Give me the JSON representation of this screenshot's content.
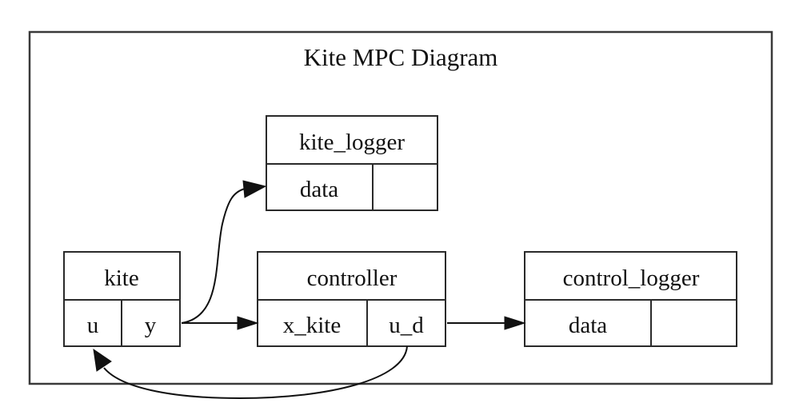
{
  "diagram": {
    "title": "Kite MPC Diagram",
    "nodes": {
      "kite": {
        "name": "kite",
        "ports": [
          "u",
          "y"
        ]
      },
      "kite_logger": {
        "name": "kite_logger",
        "ports": [
          "data",
          ""
        ]
      },
      "controller": {
        "name": "controller",
        "ports": [
          "x_kite",
          "u_d"
        ]
      },
      "control_logger": {
        "name": "control_logger",
        "ports": [
          "data",
          ""
        ]
      }
    },
    "edges": [
      {
        "from": "kite.y",
        "to": "kite_logger.data"
      },
      {
        "from": "kite.y",
        "to": "controller.x_kite"
      },
      {
        "from": "controller.u_d",
        "to": "control_logger.data"
      },
      {
        "from": "controller.u_d",
        "to": "kite.u"
      }
    ]
  }
}
